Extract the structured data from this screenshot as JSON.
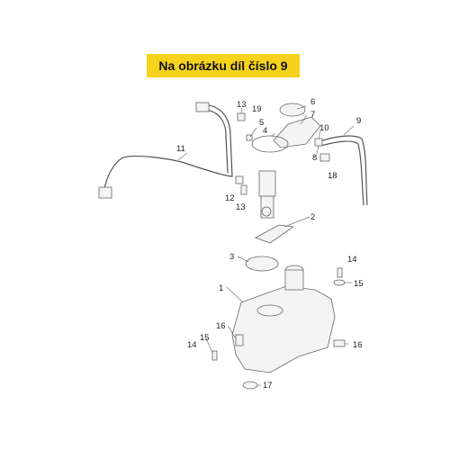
{
  "banner": {
    "text": "Na obrázku díl číslo 9"
  },
  "callouts": [
    "1",
    "2",
    "3",
    "4",
    "5",
    "6",
    "7",
    "8",
    "9",
    "10",
    "11",
    "12",
    "13",
    "13",
    "14",
    "14",
    "15",
    "15",
    "16",
    "16",
    "17",
    "18",
    "19"
  ]
}
